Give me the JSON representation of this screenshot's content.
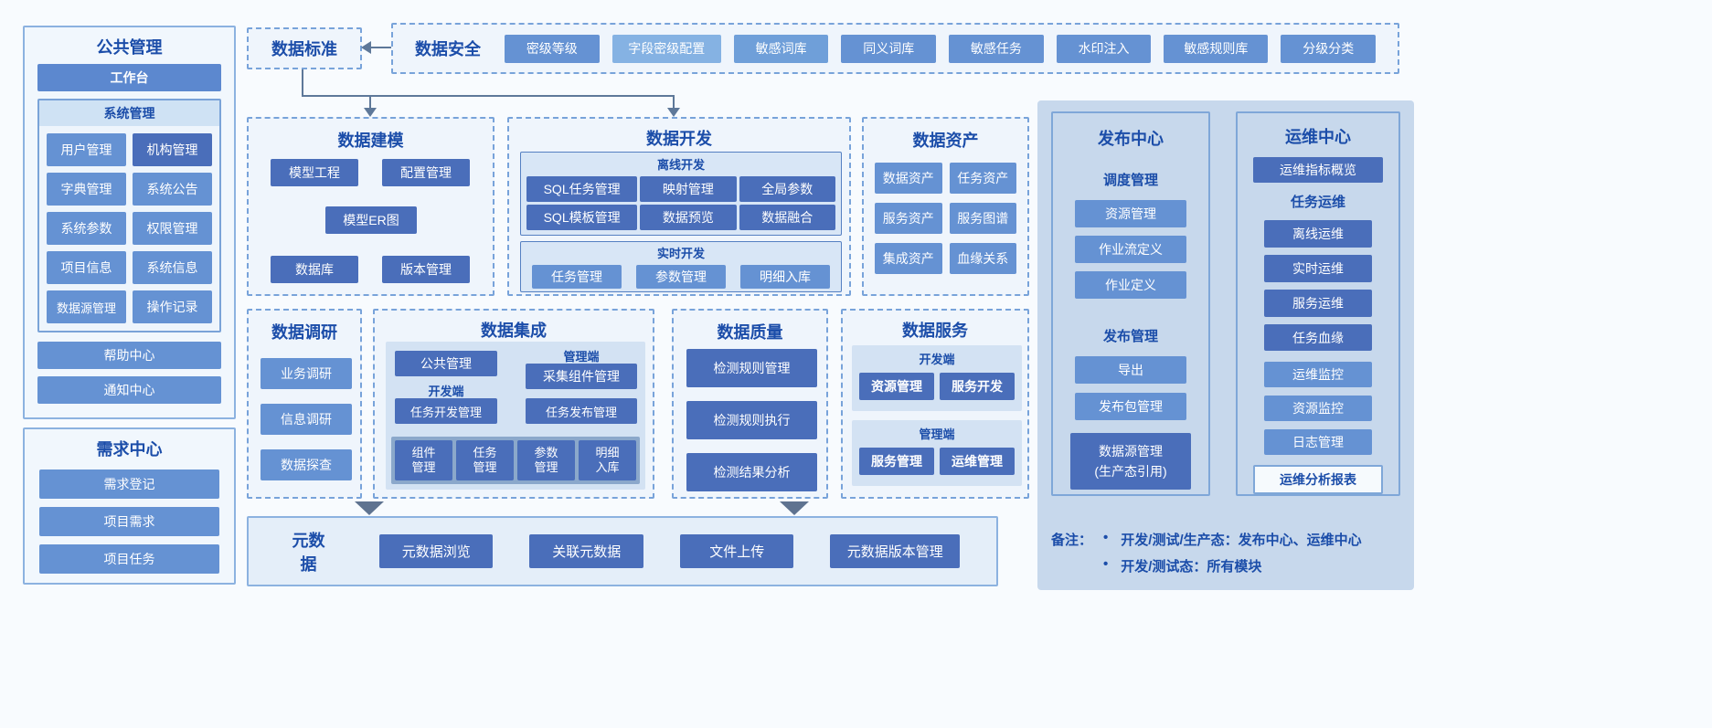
{
  "palette": {
    "title_blue": "#1b4da9",
    "btn_medium": "#6592d3",
    "btn_dark": "#4a6eba",
    "btn_light": "#85b2e3",
    "right_panel_bg": "#c7d8ec",
    "arrow": "#5e7899"
  },
  "left": {
    "public": {
      "title": "公共管理",
      "workbench": "工作台",
      "system": {
        "title": "系统管理",
        "items": [
          "用户管理",
          "机构管理",
          "字典管理",
          "系统公告",
          "系统参数",
          "权限管理",
          "项目信息",
          "系统信息",
          "数据源管理",
          "操作记录"
        ]
      },
      "help_center": "帮助中心",
      "notice_center": "通知中心"
    },
    "demand": {
      "title": "需求中心",
      "items": [
        "需求登记",
        "项目需求",
        "项目任务"
      ]
    }
  },
  "security": {
    "standard_title": "数据标准",
    "title": "数据安全",
    "items": [
      "密级等级",
      "字段密级配置",
      "敏感词库",
      "同义词库",
      "敏感任务",
      "水印注入",
      "敏感规则库",
      "分级分类"
    ]
  },
  "modeling": {
    "title": "数据建模",
    "row1": [
      "模型工程",
      "配置管理"
    ],
    "row2": [
      "模型ER图"
    ],
    "row3": [
      "数据库",
      "版本管理"
    ]
  },
  "development": {
    "title": "数据开发",
    "offline": {
      "title": "离线开发",
      "row1": [
        "SQL任务管理",
        "映射管理",
        "全局参数"
      ],
      "row2": [
        "SQL模板管理",
        "数据预览",
        "数据融合"
      ]
    },
    "realtime": {
      "title": "实时开发",
      "row": [
        "任务管理",
        "参数管理",
        "明细入库"
      ]
    }
  },
  "assets": {
    "title": "数据资产",
    "items": [
      "数据资产",
      "任务资产",
      "服务资产",
      "服务图谱",
      "集成资产",
      "血缘关系"
    ]
  },
  "research": {
    "title": "数据调研",
    "items": [
      "业务调研",
      "信息调研",
      "数据探查"
    ]
  },
  "integration": {
    "title": "数据集成",
    "public_mgmt": "公共管理",
    "mgmt_label": "管理端",
    "collect_mgmt": "采集组件管理",
    "dev_label": "开发端",
    "task_dev": "任务开发管理",
    "task_release": "任务发布管理",
    "bottom": [
      "组件\n管理",
      "任务\n管理",
      "参数\n管理",
      "明细\n入库"
    ]
  },
  "quality": {
    "title": "数据质量",
    "items": [
      "检测规则管理",
      "检测规则执行",
      "检测结果分析"
    ]
  },
  "services": {
    "title": "数据服务",
    "dev": {
      "title": "开发端",
      "items": [
        "资源管理",
        "服务开发"
      ]
    },
    "mgmt": {
      "title": "管理端",
      "items": [
        "服务管理",
        "运维管理"
      ]
    }
  },
  "metadata": {
    "title": "元数据",
    "items": [
      "元数据浏览",
      "关联元数据",
      "文件上传",
      "元数据版本管理"
    ]
  },
  "release": {
    "title": "发布中心",
    "schedule_label": "调度管理",
    "schedule_items": [
      "资源管理",
      "作业流定义",
      "作业定义"
    ],
    "publish_label": "发布管理",
    "publish_items": [
      "导出",
      "发布包管理"
    ],
    "datasource": "数据源管理\n(生产态引用)"
  },
  "ops": {
    "title": "运维中心",
    "overview": "运维指标概览",
    "task_label": "任务运维",
    "task_items": [
      "离线运维",
      "实时运维",
      "服务运维",
      "任务血缘"
    ],
    "monitor_items": [
      "运维监控",
      "资源监控",
      "日志管理"
    ],
    "report": "运维分析报表"
  },
  "notes": {
    "prefix": "备注：",
    "bullet": "•",
    "line1": "开发/测试/生产态：发布中心、运维中心",
    "line2": "开发/测试态：所有模块"
  }
}
